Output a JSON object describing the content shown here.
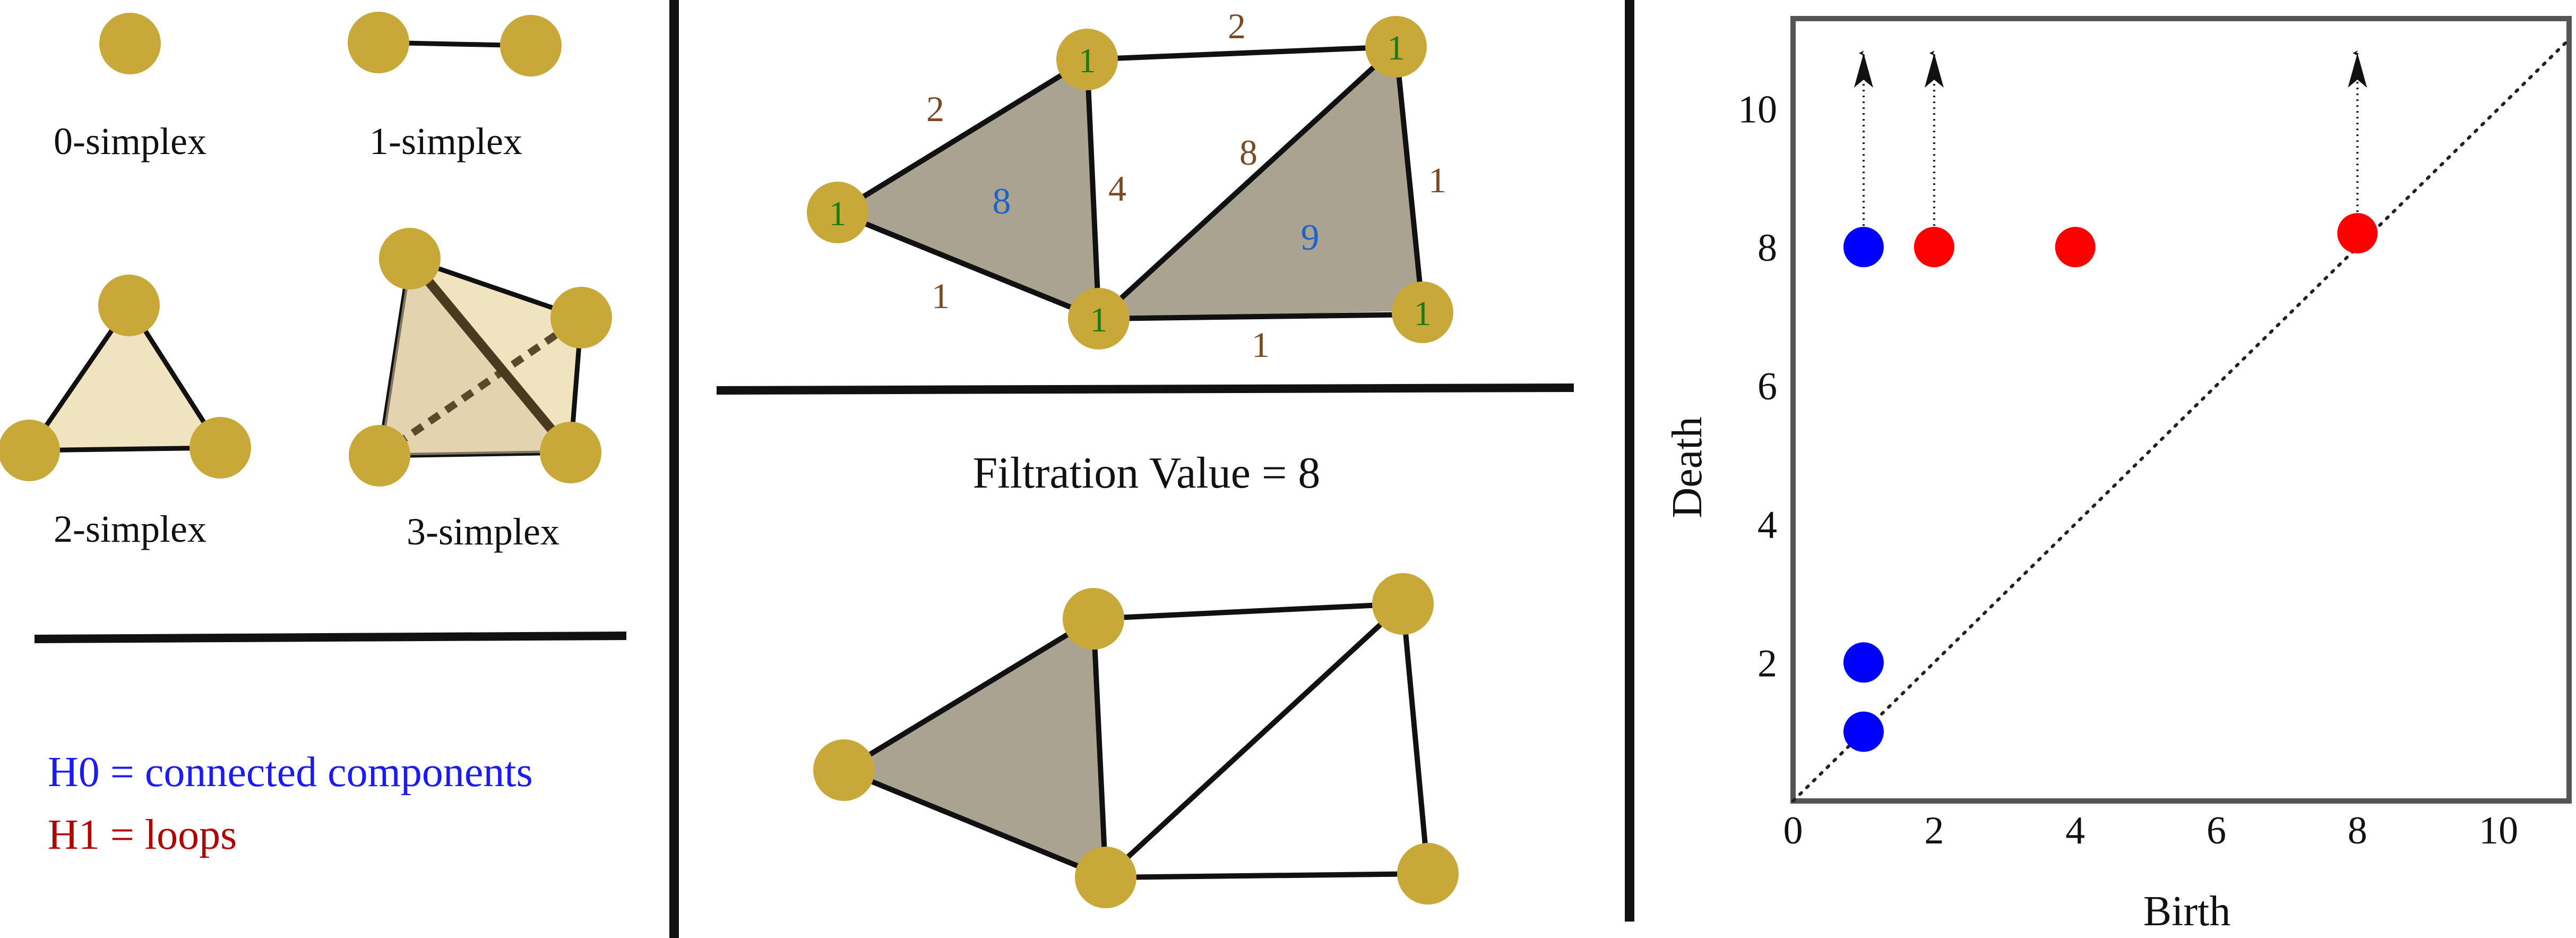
{
  "simplices": {
    "zero": "0-simplex",
    "one": "1-simplex",
    "two": "2-simplex",
    "three": "3-simplex"
  },
  "legend": {
    "h0": "H0 = connected components",
    "h1": "H1 = loops",
    "h0_color": "#1a1aff",
    "h1_color": "#b30000"
  },
  "complex": {
    "node_labels": [
      "1",
      "1",
      "1",
      "1",
      "1",
      "1"
    ],
    "edge_labels": [
      "2",
      "2",
      "4",
      "8",
      "1",
      "1",
      "1"
    ],
    "face_labels": [
      "8",
      "9"
    ]
  },
  "filtration_label": "Filtration Value = 8",
  "colors": {
    "vertex": "#c9a83a",
    "face_filled": "#aaa391",
    "simplex_fill": "#f0e4c0"
  },
  "chart_data": {
    "type": "scatter",
    "xlabel": "Birth",
    "ylabel": "Death",
    "xlim": [
      0,
      11
    ],
    "ylim": [
      0,
      11.3
    ],
    "x_ticks": [
      "0",
      "2",
      "4",
      "6",
      "8",
      "10"
    ],
    "y_ticks": [
      "2",
      "4",
      "6",
      "8",
      "10"
    ],
    "diagonal": "dotted",
    "series": [
      {
        "name": "H0",
        "color": "#0000ff",
        "points": [
          {
            "x": 1,
            "y": 1
          },
          {
            "x": 1,
            "y": 2
          },
          {
            "x": 1,
            "y": 8,
            "infinite": true
          }
        ]
      },
      {
        "name": "H1",
        "color": "#ff0000",
        "points": [
          {
            "x": 2,
            "y": 8,
            "infinite": true
          },
          {
            "x": 4,
            "y": 8
          },
          {
            "x": 8,
            "y": 8.2,
            "infinite": true
          }
        ]
      }
    ]
  }
}
